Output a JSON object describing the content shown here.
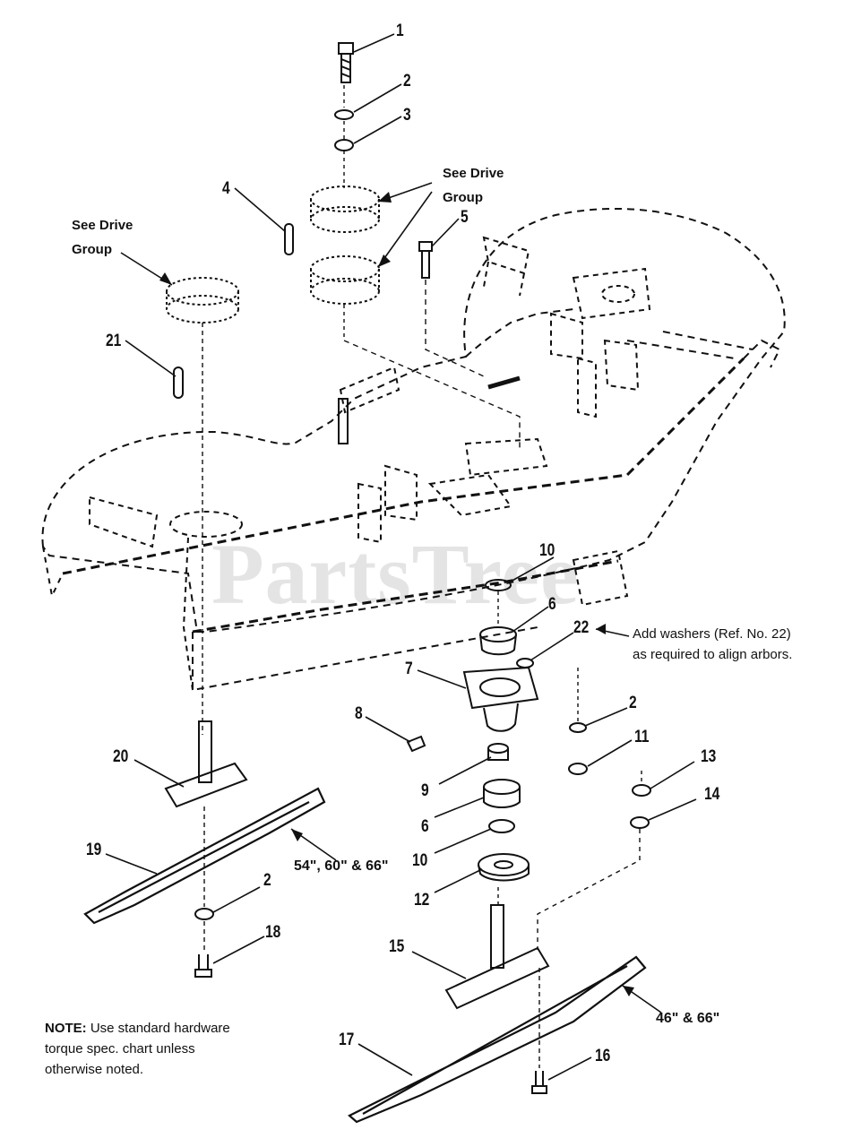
{
  "watermark": "PartsTree",
  "see_drive_group": {
    "line1": "See Drive",
    "line2": "Group"
  },
  "size_labels": {
    "blade_19": "54\", 60\" & 66\"",
    "blade_17": "46\" & 66\""
  },
  "washer_note": {
    "line1": "Add washers (Ref. No. 22)",
    "line2": "as required to align arbors."
  },
  "note": {
    "prefix": "NOTE:",
    "line1": " Use standard hardware",
    "line2": "torque spec. chart unless",
    "line3": "otherwise noted."
  },
  "callouts": {
    "c1": "1",
    "c2a": "2",
    "c3": "3",
    "c4": "4",
    "c5": "5",
    "c21": "21",
    "c10a": "10",
    "c6a": "6",
    "c22": "22",
    "c7": "7",
    "c8": "8",
    "c2b": "2",
    "c11": "11",
    "c13": "13",
    "c14": "14",
    "c9": "9",
    "c6b": "6",
    "c10b": "10",
    "c12": "12",
    "c20": "20",
    "c19": "19",
    "c2c": "2",
    "c18": "18",
    "c15": "15",
    "c17": "17",
    "c16": "16"
  },
  "colors": {
    "ink": "#111111",
    "watermark": "#cfcfcf",
    "background": "#ffffff"
  }
}
